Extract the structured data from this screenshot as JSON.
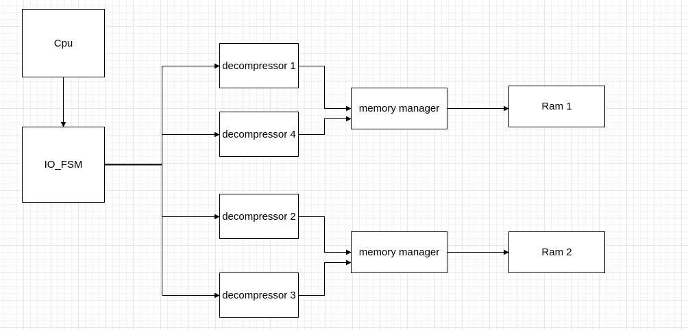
{
  "diagram": {
    "nodes": {
      "cpu": "Cpu",
      "io_fsm": "IO_FSM",
      "decompressor_1": "decompressor 1",
      "decompressor_4": "decompressor 4",
      "decompressor_2": "decompressor 2",
      "decompressor_3": "decompressor 3",
      "memory_manager_1": "memory manager",
      "memory_manager_2": "memory manager",
      "ram_1": "Ram 1",
      "ram_2": "Ram 2"
    },
    "edges": [
      {
        "from": "Cpu",
        "to": "IO_FSM"
      },
      {
        "from": "IO_FSM",
        "to": "decompressor 1"
      },
      {
        "from": "IO_FSM",
        "to": "decompressor 4"
      },
      {
        "from": "IO_FSM",
        "to": "decompressor 2"
      },
      {
        "from": "IO_FSM",
        "to": "decompressor 3"
      },
      {
        "from": "decompressor 1",
        "to": "memory manager (top)"
      },
      {
        "from": "decompressor 4",
        "to": "memory manager (top)"
      },
      {
        "from": "decompressor 2",
        "to": "memory manager (bottom)"
      },
      {
        "from": "decompressor 3",
        "to": "memory manager (bottom)"
      },
      {
        "from": "memory manager (top)",
        "to": "Ram 1"
      },
      {
        "from": "memory manager (bottom)",
        "to": "Ram 2"
      }
    ]
  }
}
